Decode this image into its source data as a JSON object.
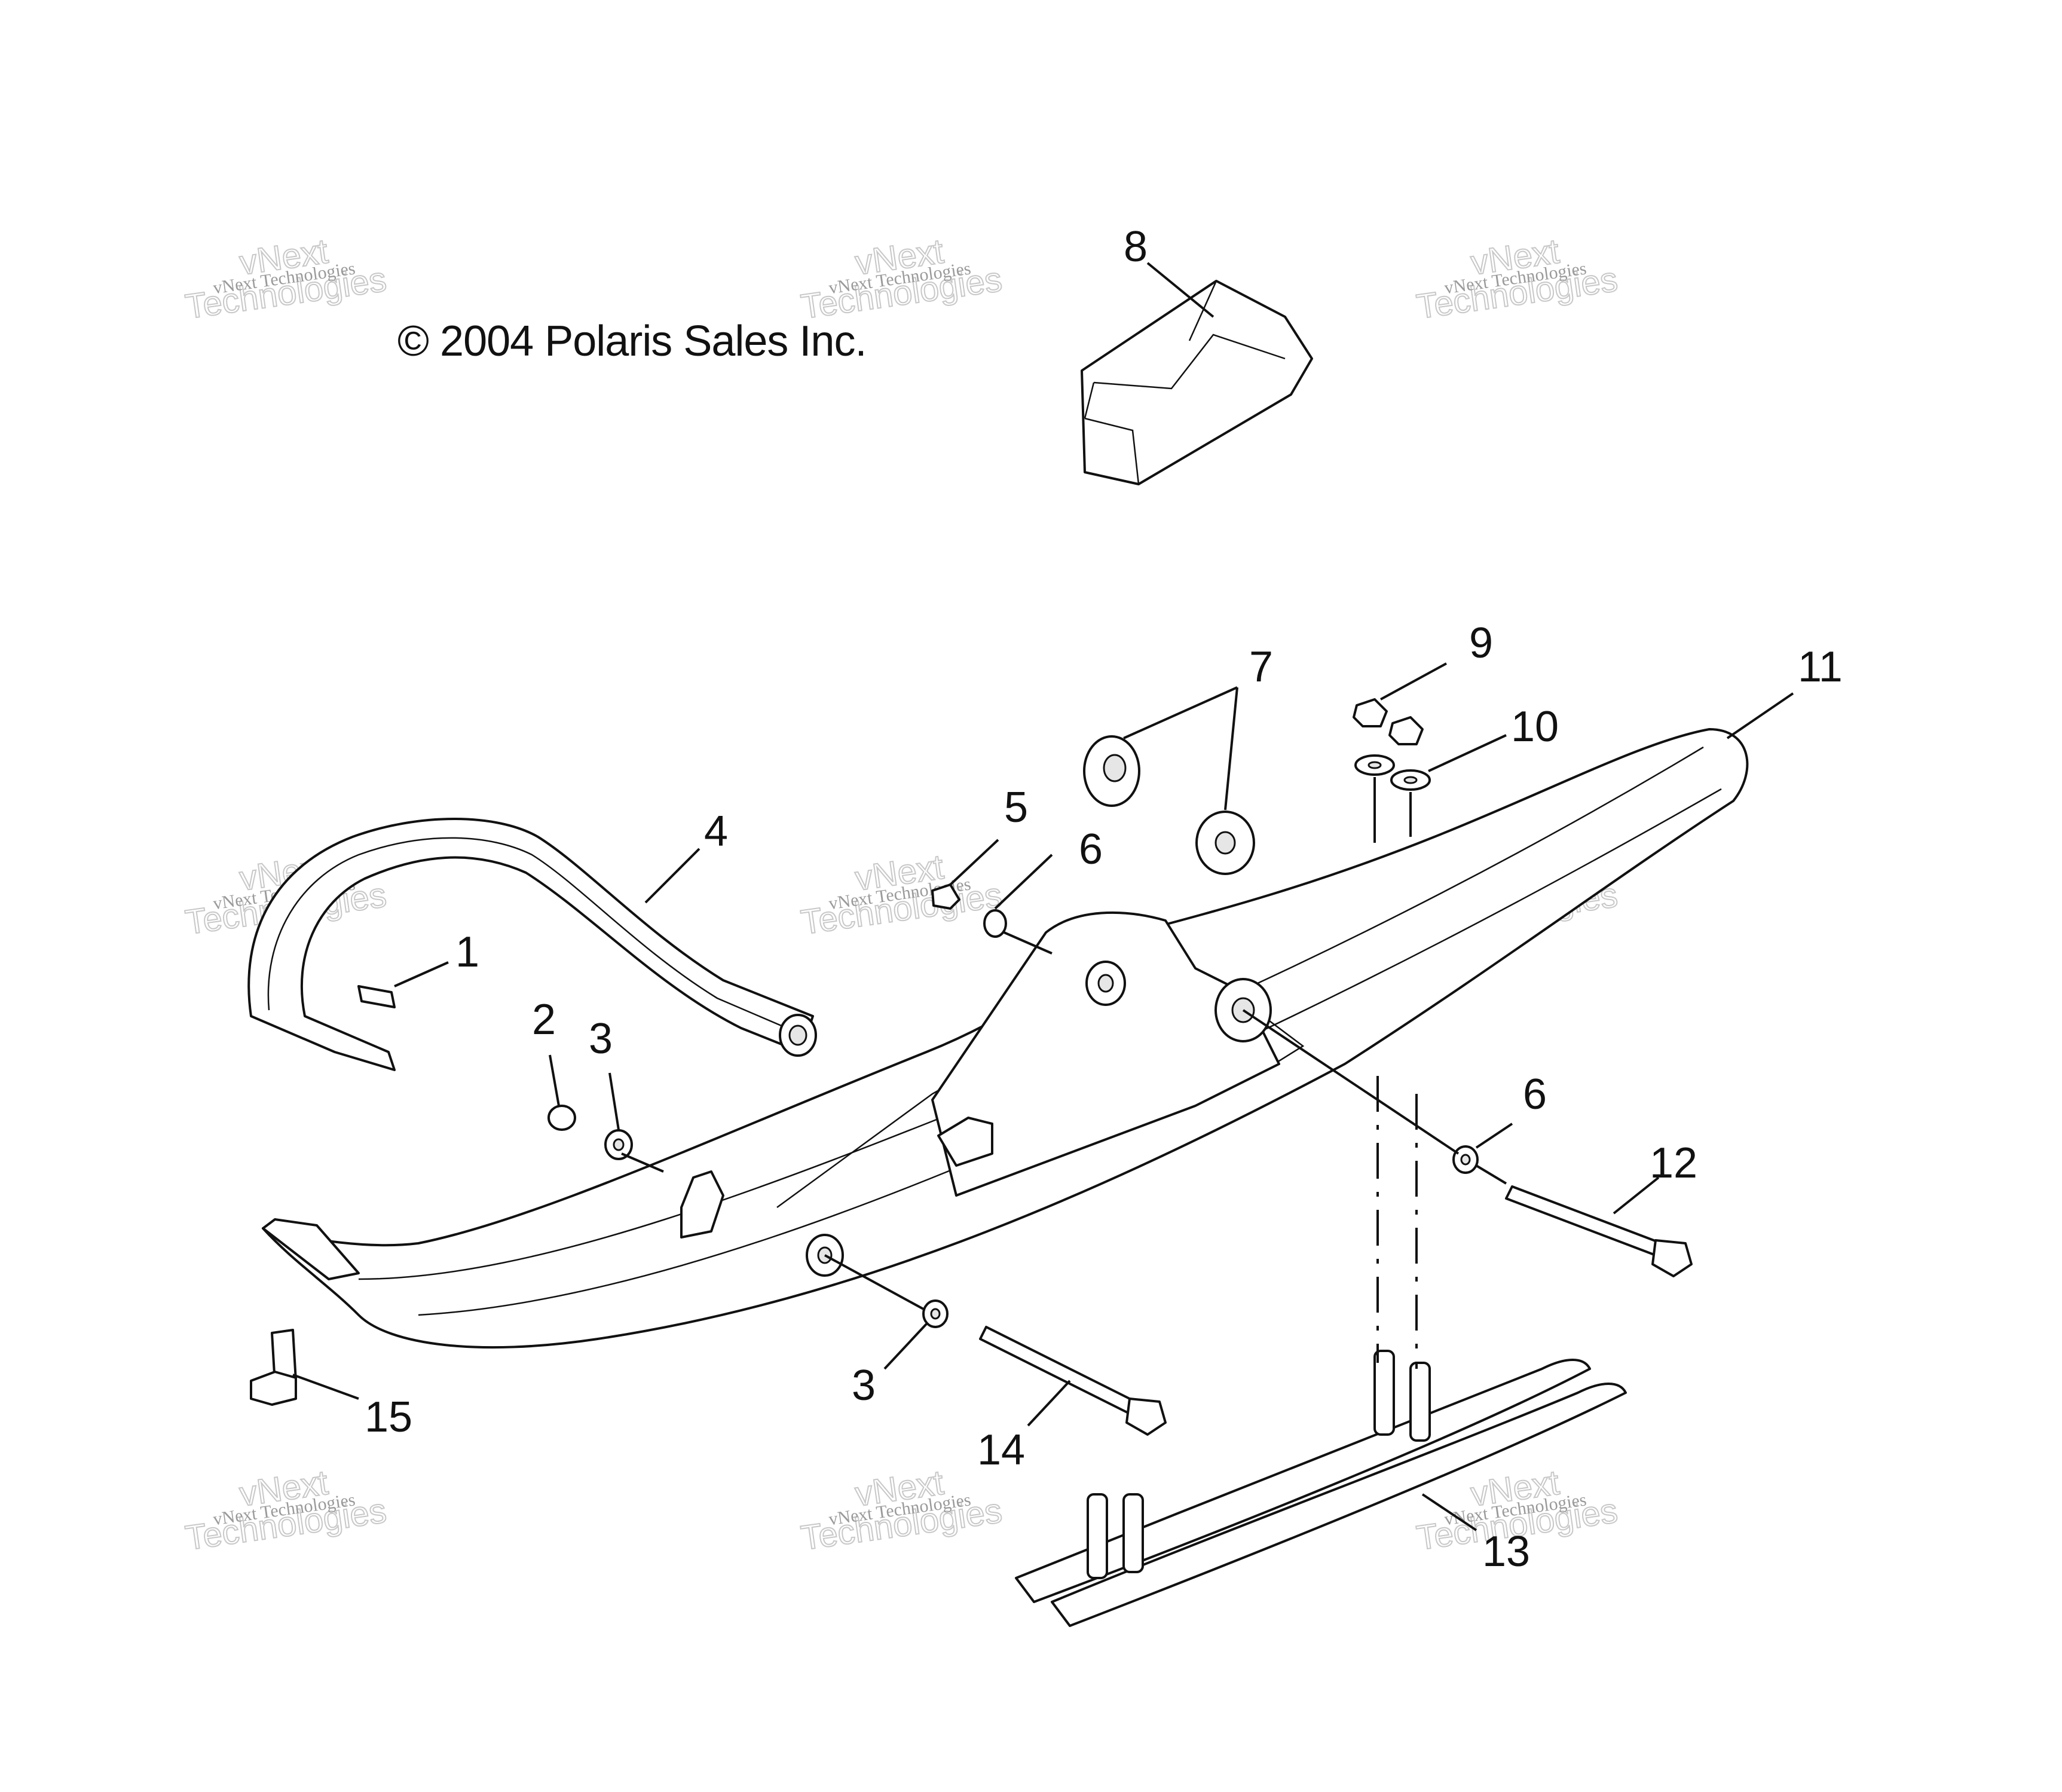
{
  "copyright": "© 2004 Polaris Sales Inc.",
  "watermark": {
    "line1": "vNext Technologies",
    "big_top": "vNext",
    "big_bottom": "Technologies"
  },
  "callouts": [
    "1",
    "2",
    "3",
    "3",
    "4",
    "5",
    "6",
    "6",
    "7",
    "8",
    "9",
    "10",
    "11",
    "12",
    "13",
    "14",
    "15"
  ]
}
